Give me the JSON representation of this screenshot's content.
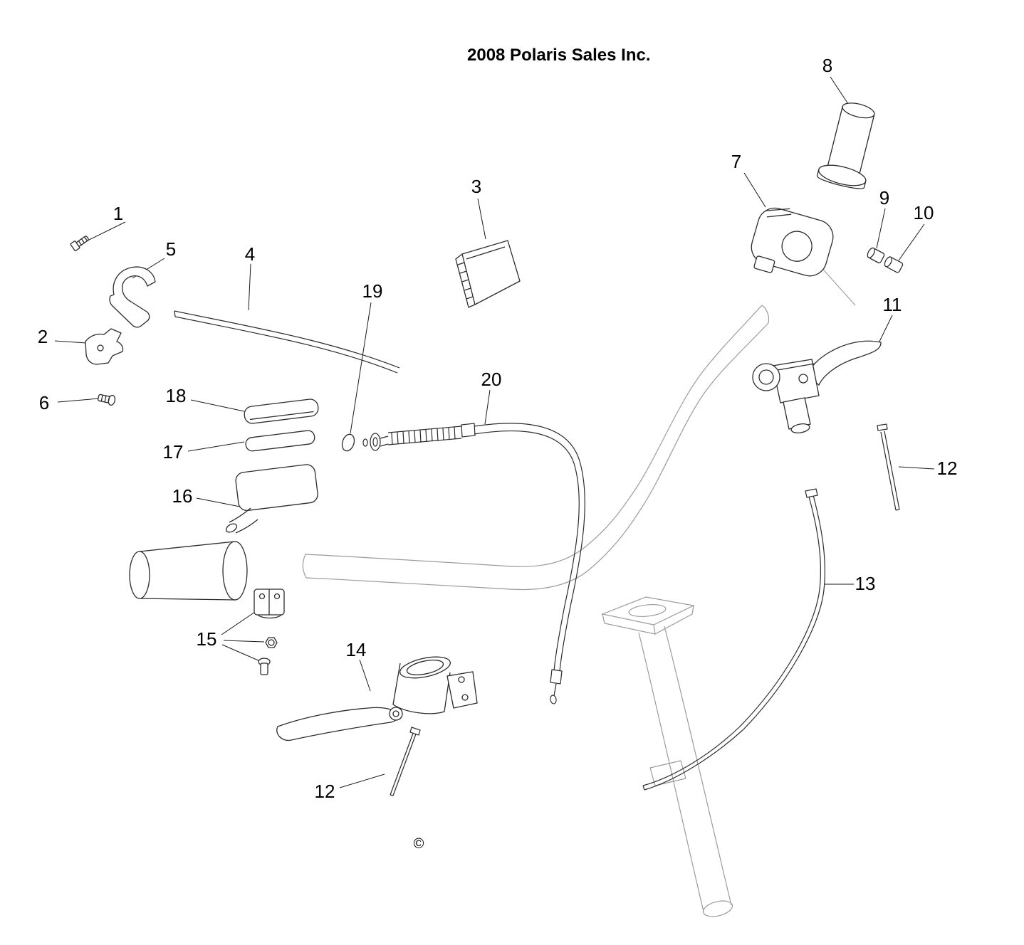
{
  "title": "2008 Polaris Sales Inc.",
  "copyright": "©",
  "callouts": {
    "c1": "1",
    "c2": "2",
    "c3": "3",
    "c4": "4",
    "c5": "5",
    "c6": "6",
    "c7": "7",
    "c8": "8",
    "c9": "9",
    "c10": "10",
    "c11": "11",
    "c12_right": "12",
    "c12_bottom": "12",
    "c13": "13",
    "c14": "14",
    "c15": "15",
    "c16": "16",
    "c17": "17",
    "c18": "18",
    "c19": "19",
    "c20": "20"
  }
}
